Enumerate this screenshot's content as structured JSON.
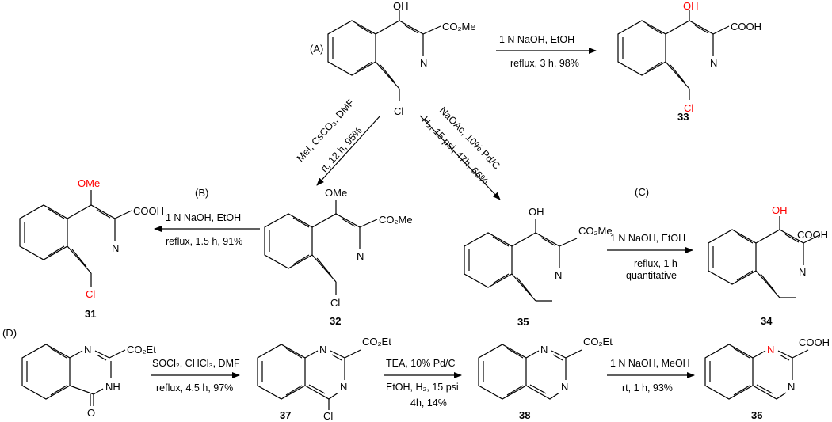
{
  "scheme": {
    "section_labels": {
      "a": "(A)",
      "b": "(B)",
      "c": "(C)",
      "d": "(D)"
    },
    "compounds": {
      "c33": "33",
      "c31": "31",
      "c32": "32",
      "c35": "35",
      "c34": "34",
      "c37": "37",
      "c38": "38",
      "c36": "36"
    },
    "atoms": {
      "oh": "OH",
      "o": "O",
      "ome": "OMe",
      "n": "N",
      "nh": "NH",
      "cl": "Cl",
      "co2me": "CO₂Me",
      "co2et": "CO₂Et",
      "cooh": "COOH"
    },
    "conditions": {
      "a_top": "1 N NaOH, EtOH",
      "a_bottom": "reflux, 3 h, 98%",
      "mei_1": "MeI, CsCO₃, DMF",
      "mei_2": "rt, 12 h, 95%",
      "naoac_1": "NaOAc, 10% Pd/C",
      "naoac_2": "H₂, 15 psi, 47h, 66%",
      "b_top": "1 N NaOH, EtOH",
      "b_bottom": "reflux, 1.5 h, 91%",
      "c_top": "1 N NaOH, EtOH",
      "c_bottom1": "reflux, 1 h",
      "c_bottom2": "quantitative",
      "d1_top": "SOCl₂, CHCl₃, DMF",
      "d1_bottom": "reflux, 4.5 h, 97%",
      "d2_top": "TEA, 10% Pd/C",
      "d2_mid": "EtOH, H₂, 15 psi",
      "d2_bottom": "4h, 14%",
      "d3_top": "1 N NaOH, MeOH",
      "d3_bottom": "rt, 1 h, 93%"
    },
    "colors": {
      "highlight": "#ff0000",
      "ink": "#000000"
    }
  }
}
